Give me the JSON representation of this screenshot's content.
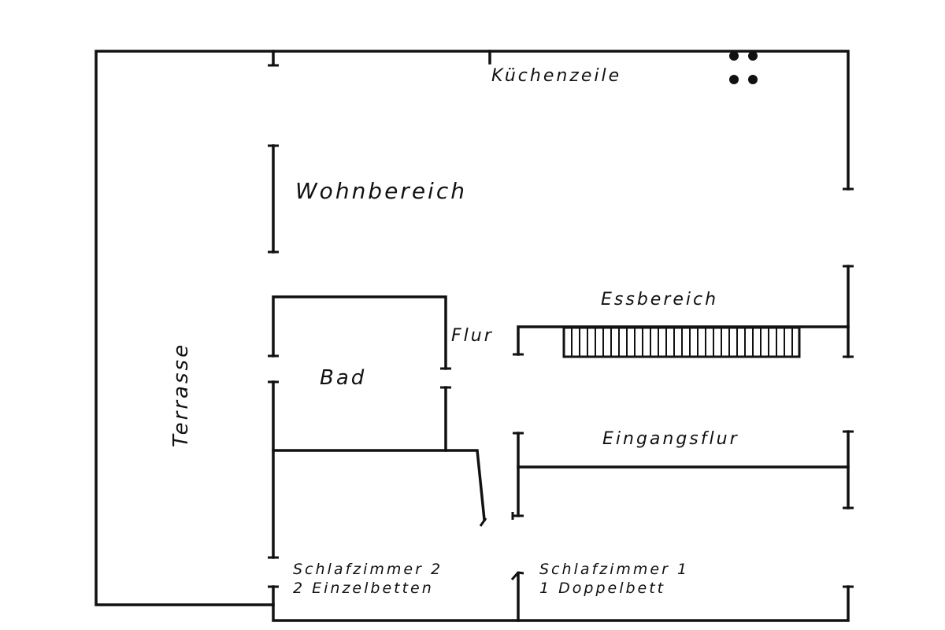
{
  "title": "Grundriss",
  "rooms": {
    "kitchen": "Küchenzeile",
    "living": "Wohnbereich",
    "dining": "Essbereich",
    "hall": "Flur",
    "bath": "Bad",
    "terrace": "Terrasse",
    "entrance": "Eingangsflur",
    "bedroom2_name": "Schlafzimmer 2",
    "bedroom2_beds": "2 Einzelbetten",
    "bedroom1_name": "Schlafzimmer 1",
    "bedroom1_beds": "1 Doppelbett"
  },
  "icons": {
    "stove": "stove-burners-icon",
    "stairs": "staircase-icon"
  }
}
